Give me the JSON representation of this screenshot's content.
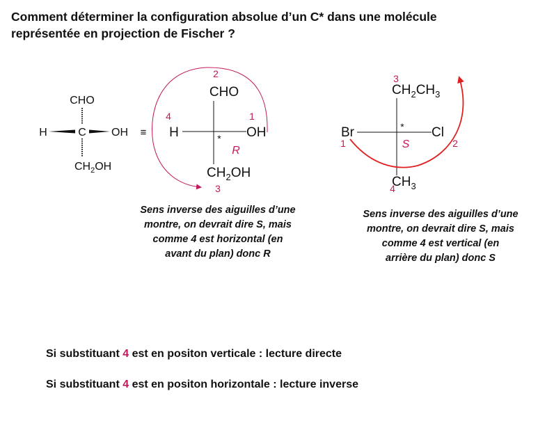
{
  "title": {
    "line1": "Comment déterminer la configuration absolue d’un C* dans une molécule",
    "line2": "représentée en projection de Fischer ?"
  },
  "colors": {
    "accent": "#c2185b",
    "arrow_red": "#e02020",
    "text": "#111111"
  },
  "left_molecule": {
    "top": "CHO",
    "left": "H",
    "center": "C",
    "right": "OH",
    "bottom_pre": "CH",
    "bottom_sub": "2",
    "bottom_post": "OH",
    "equivalent": "≡"
  },
  "mid_molecule": {
    "top": "CHO",
    "left": "H",
    "right": "OH",
    "bottom_pre": "CH",
    "bottom_sub": "2",
    "bottom_post": "OH",
    "star": "*",
    "config": "R",
    "prio_top": "2",
    "prio_left": "4",
    "prio_right": "1",
    "prio_bottom": "3"
  },
  "right_molecule": {
    "top_pre": "CH",
    "top_sub1": "2",
    "top_mid": "CH",
    "top_sub2": "3",
    "left": "Br",
    "right": "Cl",
    "bottom_pre": "CH",
    "bottom_sub": "3",
    "star": "*",
    "config": "S",
    "prio_top": "3",
    "prio_left": "1",
    "prio_right": "2",
    "prio_bottom": "4"
  },
  "captions": {
    "mid": [
      "Sens inverse des aiguilles d’une",
      "montre, on devrait dire S, mais",
      "comme 4 est horizontal (en",
      "avant du plan) donc R"
    ],
    "right": [
      "Sens inverse des aiguilles d’une",
      "montre, on devrait dire S, mais",
      "comme 4 est vertical (en",
      "arrière du plan) donc S"
    ]
  },
  "rules": {
    "vertical": {
      "pre": "Si substituant ",
      "num": "4",
      "post": " est en positon verticale : lecture directe"
    },
    "horizontal": {
      "pre": "Si substituant ",
      "num": "4",
      "post": " est en positon horizontale : lecture inverse"
    }
  }
}
